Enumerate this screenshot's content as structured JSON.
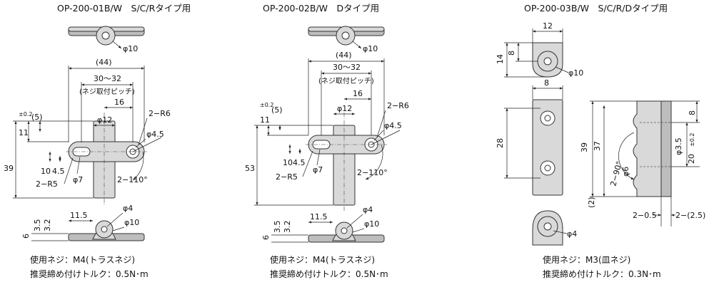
{
  "panels": [
    {
      "title": "OP-200-01B/W　S/C/Rタイプ用",
      "dims": {
        "top_dia": "φ10",
        "overall": "(44)",
        "pitch": "30～32",
        "pitch_note": "(ネジ取付ピッチ)",
        "half": "16",
        "r_hinge": "2−R6",
        "width": "φ12",
        "hole": "φ4.5",
        "h11": "11",
        "tol02": "±0.2",
        "h5": "(5)",
        "h39": "39",
        "h10": "10",
        "h45": "4.5",
        "r5": "2−R5",
        "d7": "φ7",
        "angle": "2−110°",
        "s35": "3.5",
        "s32": "3.2",
        "s6": "6",
        "s115": "11.5",
        "s4": "φ4",
        "s10": "φ10"
      },
      "screw": "使用ネジ：M4(トラスネジ)",
      "torque": "推奨締め付けトルク：0.5N･m"
    },
    {
      "title": "OP-200-02B/W　Dタイプ用",
      "dims": {
        "top_dia": "φ10",
        "overall": "(44)",
        "pitch": "30～32",
        "pitch_note": "(ネジ取付ピッチ)",
        "half": "16",
        "r_hinge": "2−R6",
        "width": "φ12",
        "hole": "φ4.5",
        "h11": "11",
        "tol02": "±0.2",
        "h5": "(5)",
        "h53": "53",
        "h10": "10",
        "h45": "4.5",
        "r5": "2−R5",
        "d7": "φ7",
        "angle": "2−110°",
        "s35": "3.5",
        "s32": "3.2",
        "s6": "6",
        "s115": "11.5",
        "s4": "φ4",
        "s10": "φ10"
      },
      "screw": "使用ネジ：M4(トラスネジ)",
      "torque": "推奨締め付けトルク：0.5N･m"
    },
    {
      "title": "OP-200-03B/W　S/C/R/Dタイプ用",
      "dims": {
        "w12": "12",
        "h14": "14",
        "h8a": "8",
        "top_dia": "φ10",
        "w8": "8",
        "h28": "28",
        "h39": "39",
        "h37": "37",
        "h8b": "8",
        "d35": "φ3.5",
        "h20": "20",
        "tol02": "±0.2",
        "angle": "2−90°",
        "d6": "φ6",
        "h2": "(2)",
        "w05": "2−0.5",
        "w25": "2−(2.5)",
        "bot_dia": "φ4"
      },
      "screw": "使用ネジ：M3(皿ネジ)",
      "torque": "推奨締め付けトルク：0.3N･m"
    }
  ]
}
